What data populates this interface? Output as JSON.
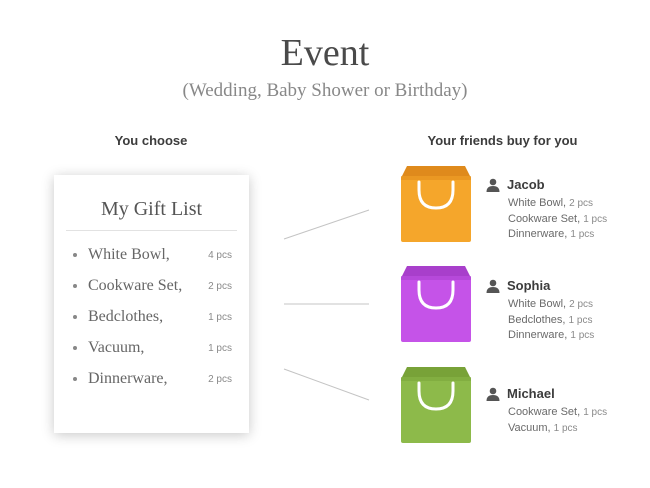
{
  "header": {
    "title": "Event",
    "subtitle": "(Wedding, Baby Shower or Birthday)"
  },
  "left_heading": "You choose",
  "right_heading": "Your friends buy for you",
  "gift_list": {
    "title": "My Gift List",
    "items": [
      {
        "name": "White Bowl,",
        "qty": "4 pcs"
      },
      {
        "name": "Cookware Set,",
        "qty": "2 pcs"
      },
      {
        "name": "Bedclothes,",
        "qty": "1 pcs"
      },
      {
        "name": "Vacuum,",
        "qty": "1 pcs"
      },
      {
        "name": "Dinnerware,",
        "qty": "2 pcs"
      }
    ]
  },
  "friends": [
    {
      "name": "Jacob",
      "bag_color": "#F5A62B",
      "bag_color_dark": "#DF8A1C",
      "icon": "person-icon",
      "items": [
        {
          "name": "White Bowl,",
          "qty": "2 pcs"
        },
        {
          "name": "Cookware Set,",
          "qty": "1 pcs"
        },
        {
          "name": "Dinnerware,",
          "qty": "1 pcs"
        }
      ]
    },
    {
      "name": "Sophia",
      "bag_color": "#C553E8",
      "bag_color_dark": "#A83FCB",
      "icon": "person-icon",
      "items": [
        {
          "name": "White Bowl,",
          "qty": "2 pcs"
        },
        {
          "name": "Bedclothes,",
          "qty": "1 pcs"
        },
        {
          "name": "Dinnerware,",
          "qty": "1 pcs"
        }
      ]
    },
    {
      "name": "Michael",
      "bag_color": "#8DBA4A",
      "bag_color_dark": "#78A238",
      "icon": "person-icon",
      "items": [
        {
          "name": "Cookware Set,",
          "qty": "1 pcs"
        },
        {
          "name": "Vacuum,",
          "qty": "1 pcs"
        }
      ]
    }
  ]
}
